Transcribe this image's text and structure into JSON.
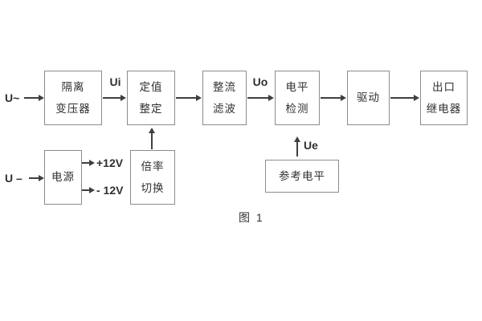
{
  "colors": {
    "border": "#8c8c8c",
    "line": "#3f3f3f",
    "text": "#303030"
  },
  "caption": "图 1",
  "labels": {
    "input_ac": "U~",
    "input_dc": "U –",
    "ui": "Ui",
    "uo": "Uo",
    "ue": "Ue",
    "rail_pos": "+12V",
    "rail_neg": "- 12V"
  },
  "boxes": {
    "isolation_transformer": {
      "line1": "隔离",
      "line2": "变压器"
    },
    "setting_adjust": {
      "line1": "定值",
      "line2": "整定"
    },
    "rectifier_filter": {
      "line1": "整流",
      "line2": "滤波"
    },
    "level_detector": {
      "line1": "电平",
      "line2": "检测"
    },
    "driver": {
      "line1": "驱动"
    },
    "output_relay": {
      "line1": "出口",
      "line2": "继电器"
    },
    "power_supply": {
      "line1": "电源"
    },
    "ratio_switch": {
      "line1": "倍率",
      "line2": "切换"
    },
    "reference_level": {
      "line1": "参考电平"
    }
  }
}
